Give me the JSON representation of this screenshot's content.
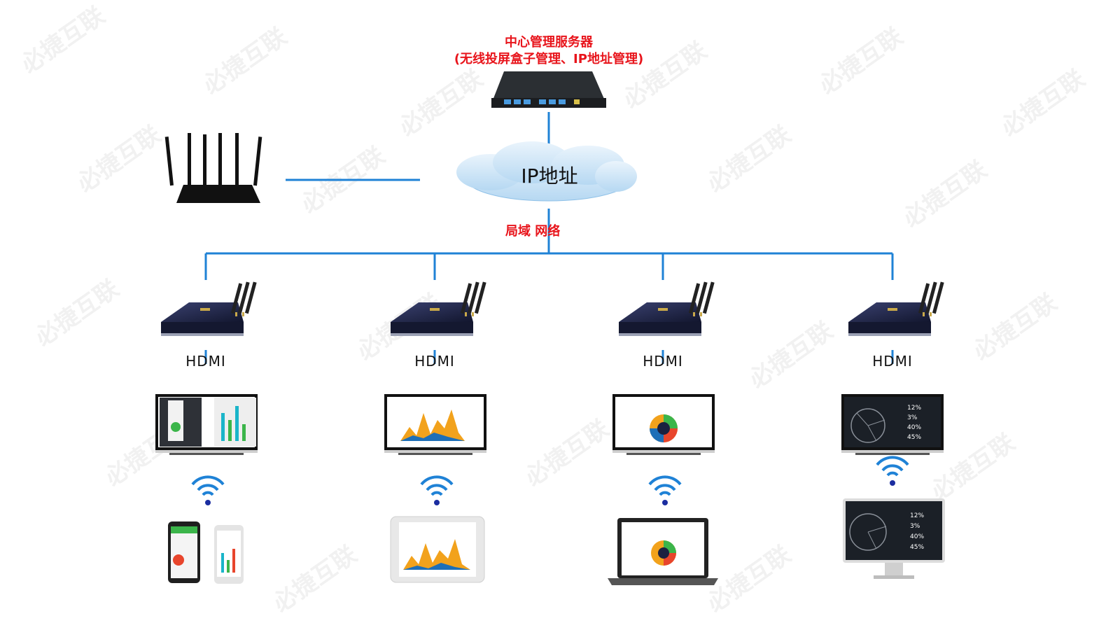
{
  "server": {
    "title": "中心管理服务器",
    "subtitle": "(无线投屏盒子管理、IP地址管理)"
  },
  "cloud": {
    "label": "IP地址"
  },
  "lan": {
    "label": "局域 网络"
  },
  "hdmi_labels": [
    "HDMI",
    "HDMI",
    "HDMI",
    "HDMI"
  ],
  "watermark": "必捷互联",
  "colors": {
    "link_line": "#1f82d6",
    "label_red": "#e8141b",
    "device_dark": "#1c2140"
  },
  "devices": {
    "boxes": [
      "wireless-projection-box",
      "wireless-projection-box",
      "wireless-projection-box",
      "wireless-projection-box"
    ],
    "screens": [
      "phone-dashboard",
      "area-chart",
      "donut-chart",
      "pie-percent"
    ],
    "clients": [
      "smartphones",
      "tablet",
      "laptop",
      "desktop-monitor"
    ]
  },
  "screen4_values": [
    "12%",
    "3%",
    "40%",
    "45%"
  ]
}
